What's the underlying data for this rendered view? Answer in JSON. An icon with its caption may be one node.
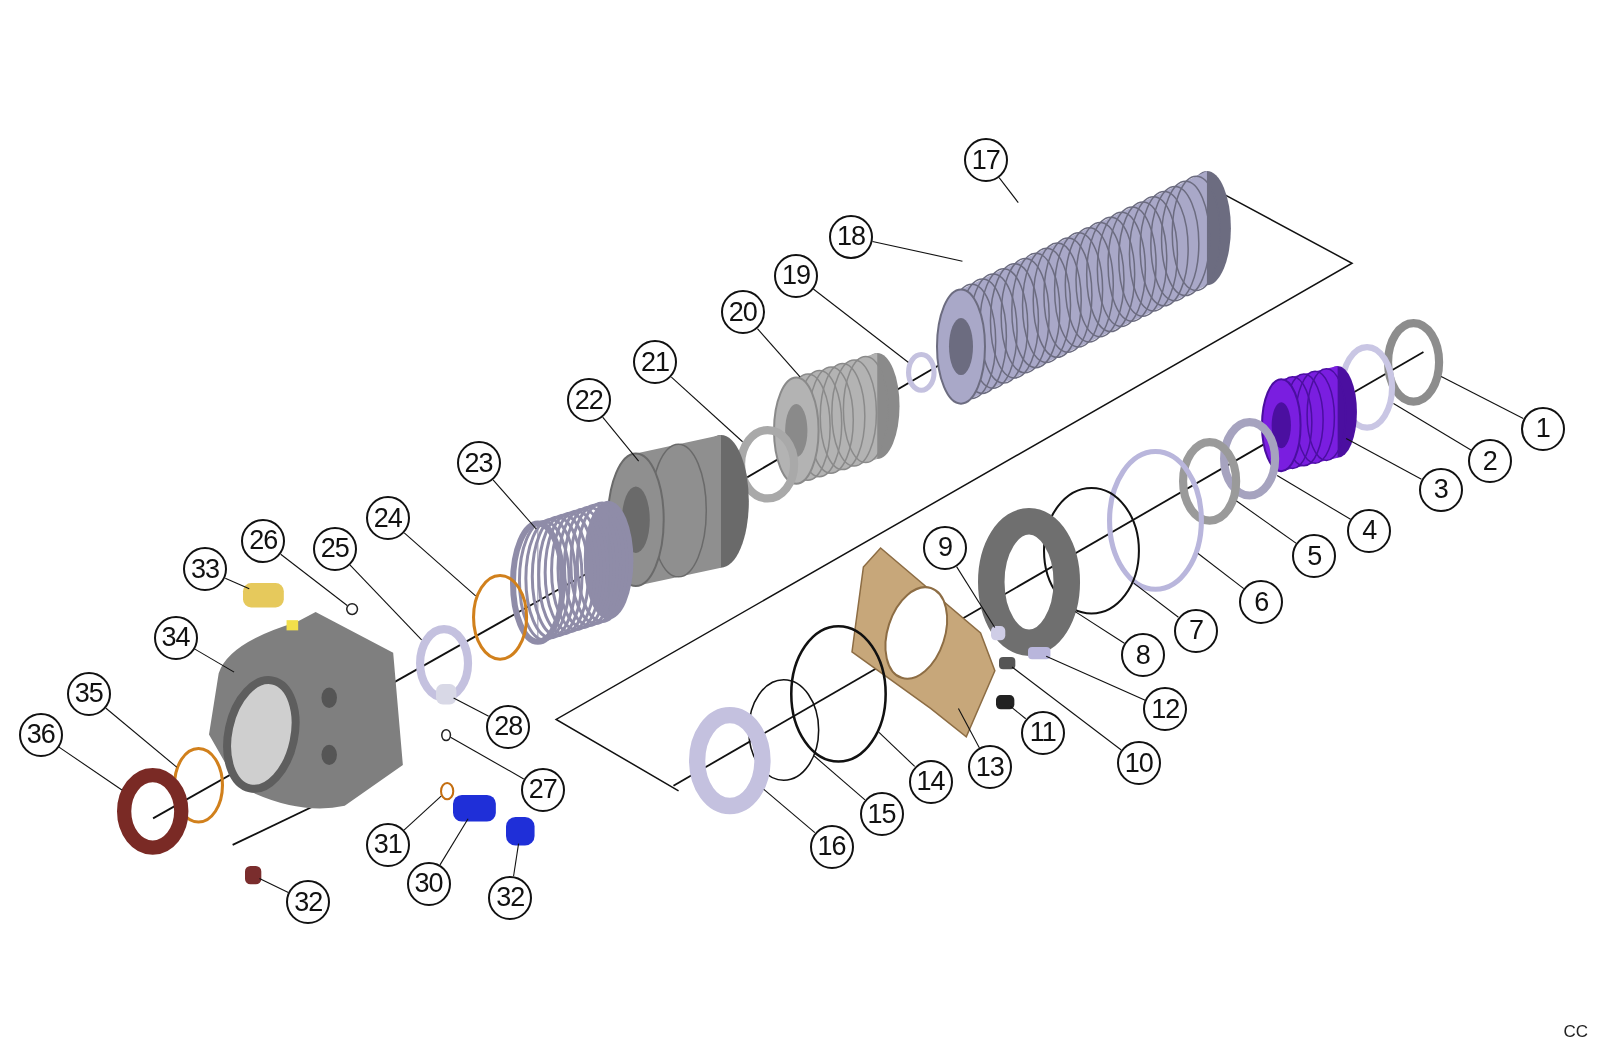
{
  "diagram": {
    "nodes": [
      {
        "text": [
          "1"
        ]
      },
      {
        "text": [
          "2"
        ]
      },
      {
        "text": [
          "3"
        ]
      },
      {
        "text": [
          "4"
        ]
      },
      {
        "text": [
          "5"
        ]
      },
      {
        "text": [
          "6"
        ]
      },
      {
        "text": [
          "7"
        ]
      },
      {
        "text": [
          "8"
        ]
      },
      {
        "text": [
          "9"
        ]
      },
      {
        "text": [
          "10"
        ]
      },
      {
        "text": [
          "11"
        ]
      },
      {
        "text": [
          "12"
        ]
      },
      {
        "text": [
          "13"
        ]
      },
      {
        "text": [
          "14"
        ]
      },
      {
        "text": [
          "15"
        ]
      },
      {
        "text": [
          "16"
        ]
      },
      {
        "text": [
          "17"
        ]
      },
      {
        "text": [
          "18"
        ]
      },
      {
        "text": [
          "19"
        ]
      },
      {
        "text": [
          "20"
        ]
      },
      {
        "text": [
          "21"
        ]
      },
      {
        "text": [
          "22"
        ]
      },
      {
        "text": [
          "23"
        ]
      },
      {
        "text": [
          "24"
        ]
      },
      {
        "text": [
          "25"
        ]
      },
      {
        "text": [
          "26"
        ]
      },
      {
        "text": [
          "27"
        ]
      },
      {
        "text": [
          "28"
        ]
      },
      {
        "text": [
          "30"
        ]
      },
      {
        "text": [
          "31"
        ]
      },
      {
        "text": [
          "32"
        ]
      },
      {
        "text": [
          "32"
        ]
      },
      {
        "text": [
          "33"
        ]
      },
      {
        "text": [
          "34"
        ]
      },
      {
        "text": [
          "35"
        ]
      },
      {
        "text": [
          "36"
        ]
      },
      {
        "text": [],
        "shape": "ring"
      },
      {
        "text": [],
        "shape": "ring"
      },
      {
        "text": [],
        "shape": "picture"
      },
      {
        "text": [],
        "shape": "ring"
      },
      {
        "text": [],
        "shape": "ring"
      },
      {
        "text": [],
        "shape": "ring"
      },
      {
        "text": [],
        "shape": "ring"
      },
      {
        "text": [],
        "shape": "ring"
      },
      {
        "text": [],
        "shape": "box"
      },
      {
        "text": [],
        "shape": "box"
      },
      {
        "text": [],
        "shape": "box"
      },
      {
        "text": [],
        "shape": "box"
      },
      {
        "text": [],
        "shape": "picture"
      },
      {
        "text": [],
        "shape": "ring"
      },
      {
        "text": [],
        "shape": "ring"
      },
      {
        "text": [],
        "shape": "ring"
      },
      {
        "text": [],
        "shape": "picture"
      },
      {
        "text": [],
        "shape": "ring"
      },
      {
        "text": [],
        "shape": "picture"
      },
      {
        "text": [],
        "shape": "ring"
      },
      {
        "text": [],
        "shape": "picture"
      },
      {
        "text": [],
        "shape": "picture"
      },
      {
        "text": [],
        "shape": "ring"
      },
      {
        "text": [],
        "shape": "ring"
      },
      {
        "text": [],
        "shape": "ring"
      },
      {
        "text": [],
        "shape": "ring"
      },
      {
        "text": [],
        "shape": "box"
      },
      {
        "text": [],
        "shape": "box"
      },
      {
        "text": [],
        "shape": "ring"
      },
      {
        "text": [],
        "shape": "box"
      },
      {
        "text": [],
        "shape": "box"
      },
      {
        "text": [],
        "shape": "box"
      },
      {
        "text": [],
        "shape": "picture"
      },
      {
        "text": [],
        "shape": "ring"
      },
      {
        "text": [],
        "shape": "ring"
      }
    ],
    "edges": [
      {
        "from": 0,
        "to": 36,
        "arrow": "none"
      },
      {
        "from": 1,
        "to": 37,
        "arrow": "none"
      },
      {
        "from": 2,
        "to": 38,
        "arrow": "none"
      },
      {
        "from": 3,
        "to": 39,
        "arrow": "none"
      },
      {
        "from": 4,
        "to": 40,
        "arrow": "none"
      },
      {
        "from": 5,
        "to": 41,
        "arrow": "none"
      },
      {
        "from": 6,
        "to": 42,
        "arrow": "none"
      },
      {
        "from": 7,
        "to": 43,
        "arrow": "none"
      },
      {
        "from": 8,
        "to": 44,
        "arrow": "none"
      },
      {
        "from": 9,
        "to": 45,
        "arrow": "none"
      },
      {
        "from": 10,
        "to": 46,
        "arrow": "none"
      },
      {
        "from": 11,
        "to": 47,
        "arrow": "none"
      },
      {
        "from": 12,
        "to": 48,
        "arrow": "none"
      },
      {
        "from": 13,
        "to": 49,
        "arrow": "none"
      },
      {
        "from": 14,
        "to": 50,
        "arrow": "none"
      },
      {
        "from": 15,
        "to": 51,
        "arrow": "none"
      },
      {
        "from": 16,
        "to": 52,
        "arrow": "none"
      },
      {
        "from": 17,
        "to": 52,
        "arrow": "none"
      },
      {
        "from": 18,
        "to": 53,
        "arrow": "none"
      },
      {
        "from": 19,
        "to": 54,
        "arrow": "none"
      },
      {
        "from": 20,
        "to": 55,
        "arrow": "none"
      },
      {
        "from": 21,
        "to": 56,
        "arrow": "none"
      },
      {
        "from": 22,
        "to": 57,
        "arrow": "none"
      },
      {
        "from": 23,
        "to": 58,
        "arrow": "none"
      },
      {
        "from": 24,
        "to": 59,
        "arrow": "none"
      },
      {
        "from": 25,
        "to": 60,
        "arrow": "none"
      },
      {
        "from": 26,
        "to": 61,
        "arrow": "none"
      },
      {
        "from": 27,
        "to": 62,
        "arrow": "none"
      },
      {
        "from": 28,
        "to": 63,
        "arrow": "none"
      },
      {
        "from": 29,
        "to": 64,
        "arrow": "none"
      },
      {
        "from": 30,
        "to": 65,
        "arrow": "none"
      },
      {
        "from": 31,
        "to": 66,
        "arrow": "none"
      },
      {
        "from": 32,
        "to": 67,
        "arrow": "none"
      },
      {
        "from": 33,
        "to": 68,
        "arrow": "none"
      },
      {
        "from": 34,
        "to": 69,
        "arrow": "none"
      },
      {
        "from": 35,
        "to": 70,
        "arrow": "none"
      }
    ],
    "labels": [
      "CC"
    ]
  }
}
